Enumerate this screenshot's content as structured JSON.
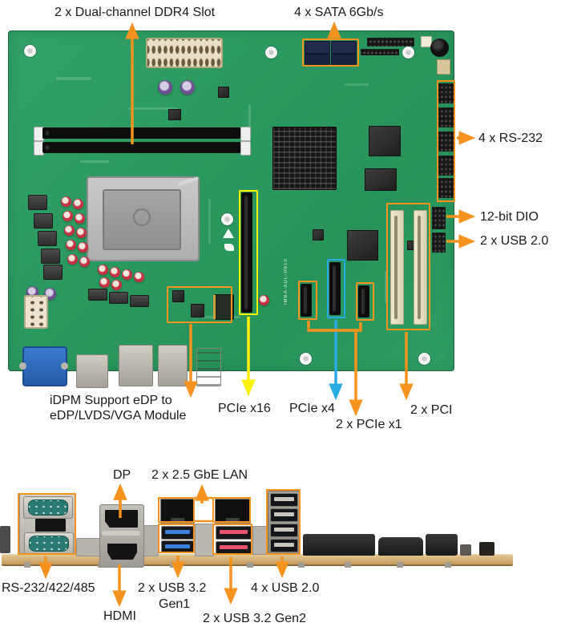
{
  "figure": {
    "type": "annotated motherboard top view and rear I/O side view"
  },
  "colors": {
    "annotation_orange": "#F6921E",
    "highlight_yellow": "#FFF100",
    "highlight_blue": "#29ABE2",
    "pcb_green": "#2C9A60",
    "label_text": "#1A1A1A",
    "background": "#FFFFFF"
  },
  "board": {
    "silkscreen": "IMBA-ADL-H610"
  },
  "top_view": {
    "ddr4": "2 x Dual-channel DDR4 Slot",
    "sata": "4 x SATA 6Gb/s",
    "rs232": "4 x RS-232",
    "dio": "12-bit DIO",
    "usb20_headers": "2 x USB 2.0",
    "idpm_line1": "iDPM Support eDP to",
    "idpm_line2": "eDP/LVDS/VGA Module",
    "pcie_x16": "PCIe x16",
    "pcie_x4": "PCIe x4",
    "pcie_x1": "2 x PCIe x1",
    "pci": "2 x PCI"
  },
  "rear_view": {
    "dp": "DP",
    "lan": "2 x 2.5 GbE LAN",
    "serial": "RS-232/422/485",
    "hdmi": "HDMI",
    "usb32_gen1_l1": "2 x USB 3.2",
    "usb32_gen1_l2": "Gen1",
    "usb32_gen2": "2 x USB 3.2 Gen2",
    "usb20": "4 x USB 2.0"
  }
}
